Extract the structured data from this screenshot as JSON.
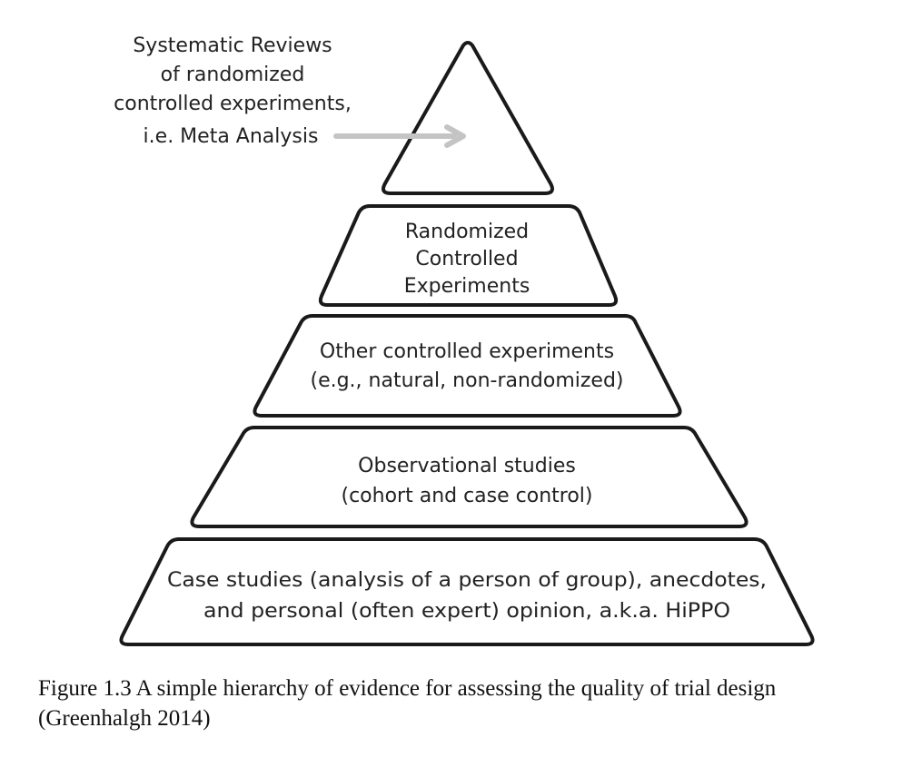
{
  "diagram": {
    "callout": {
      "lines": [
        "Systematic Reviews",
        "of randomized",
        "controlled experiments,",
        "i.e. Meta Analysis"
      ]
    },
    "tiers": [
      {
        "name": "tier-top",
        "lines": []
      },
      {
        "name": "tier-rct",
        "lines": [
          "Randomized",
          "Controlled",
          "Experiments"
        ]
      },
      {
        "name": "tier-other-controlled",
        "lines": [
          "Other controlled experiments",
          "(e.g., natural, non-randomized)"
        ]
      },
      {
        "name": "tier-observational",
        "lines": [
          "Observational studies",
          "(cohort and case control)"
        ]
      },
      {
        "name": "tier-case-studies",
        "lines": [
          "Case studies (analysis of a person of group), anecdotes,",
          "and personal (often expert) opinion, a.k.a. HiPPO"
        ]
      }
    ],
    "colors": {
      "stroke": "#1a1a1a",
      "arrow": "#c4c4c4",
      "text": "#222222"
    }
  },
  "caption": {
    "line1": "Figure 1.3  A simple hierarchy of evidence for assessing the quality of trial design",
    "line2": "(Greenhalgh 2014)"
  }
}
